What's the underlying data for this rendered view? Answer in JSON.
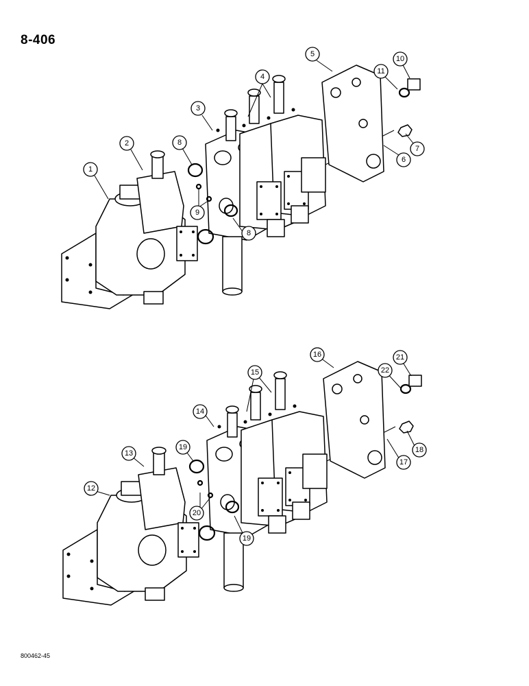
{
  "page_number": "8-406",
  "footer_code": "800462-45",
  "callouts_top": [
    "1",
    "2",
    "3",
    "4",
    "5",
    "6",
    "7",
    "8",
    "8",
    "9",
    "10",
    "11"
  ],
  "callouts_bottom": [
    "12",
    "13",
    "14",
    "15",
    "16",
    "17",
    "18",
    "19",
    "19",
    "20",
    "21",
    "22"
  ]
}
